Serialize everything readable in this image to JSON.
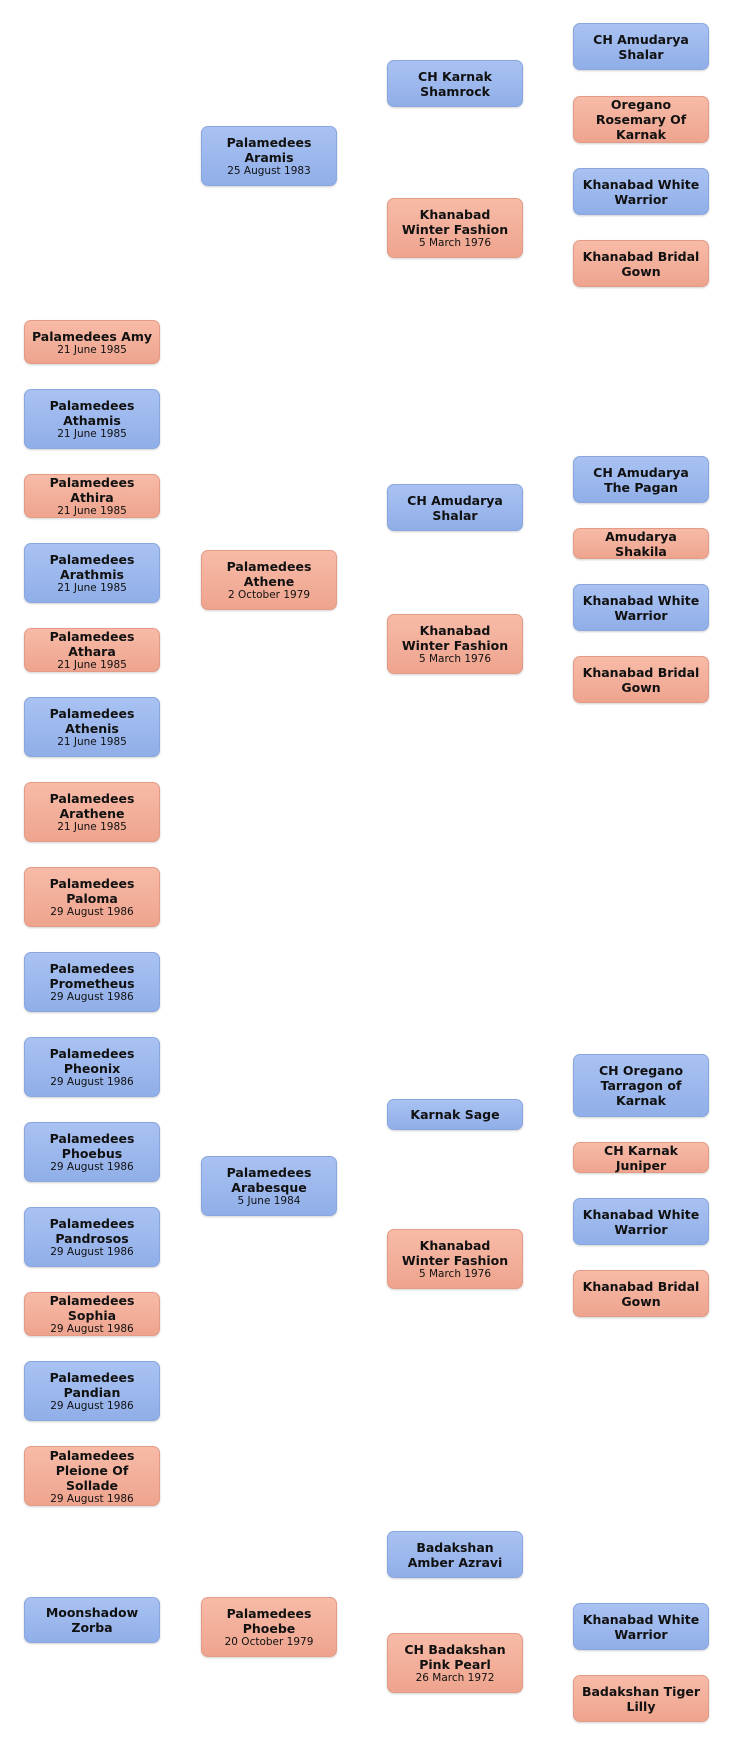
{
  "col0": [
    {
      "name": "Palamedees Amy",
      "date": "21 June 1985",
      "sex": "f"
    },
    {
      "name": "Palamedees Athamis",
      "date": "21 June 1985",
      "sex": "m"
    },
    {
      "name": "Palamedees Athira",
      "date": "21 June 1985",
      "sex": "f"
    },
    {
      "name": "Palamedees Arathmis",
      "date": "21 June 1985",
      "sex": "m"
    },
    {
      "name": "Palamedees Athara",
      "date": "21 June 1985",
      "sex": "f"
    },
    {
      "name": "Palamedees Athenis",
      "date": "21 June 1985",
      "sex": "m"
    },
    {
      "name": "Palamedees Arathene",
      "date": "21 June 1985",
      "sex": "f"
    },
    {
      "name": "Palamedees Paloma",
      "date": "29 August 1986",
      "sex": "f"
    },
    {
      "name": "Palamedees Prometheus",
      "date": "29 August 1986",
      "sex": "m"
    },
    {
      "name": "Palamedees Pheonix",
      "date": "29 August 1986",
      "sex": "m"
    },
    {
      "name": "Palamedees Phoebus",
      "date": "29 August 1986",
      "sex": "m"
    },
    {
      "name": "Palamedees Pandrosos",
      "date": "29 August 1986",
      "sex": "m"
    },
    {
      "name": "Palamedees Sophia",
      "date": "29 August 1986",
      "sex": "f"
    },
    {
      "name": "Palamedees Pandian",
      "date": "29 August 1986",
      "sex": "m"
    },
    {
      "name": "Palamedees Pleione Of Sollade",
      "date": "29 August 1986",
      "sex": "f"
    },
    {
      "name": "Moonshadow Zorba",
      "date": "",
      "sex": "m"
    }
  ],
  "col1": [
    {
      "name": "Palamedees Aramis",
      "date": "25 August 1983",
      "sex": "m"
    },
    {
      "name": "Palamedees Athene",
      "date": "2 October 1979",
      "sex": "f"
    },
    {
      "name": "Palamedees Arabesque",
      "date": "5 June 1984",
      "sex": "m"
    },
    {
      "name": "Palamedees Phoebe",
      "date": "20 October 1979",
      "sex": "f"
    }
  ],
  "col2": [
    {
      "name": "CH Karnak Shamrock",
      "date": "",
      "sex": "m"
    },
    {
      "name": "Khanabad Winter Fashion",
      "date": "5 March 1976",
      "sex": "f"
    },
    {
      "name": "CH Amudarya Shalar",
      "date": "",
      "sex": "m"
    },
    {
      "name": "Khanabad Winter Fashion",
      "date": "5 March 1976",
      "sex": "f"
    },
    {
      "name": "Karnak Sage",
      "date": "",
      "sex": "m"
    },
    {
      "name": "Khanabad Winter Fashion",
      "date": "5 March 1976",
      "sex": "f"
    },
    {
      "name": "Badakshan Amber Azravi",
      "date": "",
      "sex": "m"
    },
    {
      "name": "CH Badakshan Pink Pearl",
      "date": "26 March 1972",
      "sex": "f"
    }
  ],
  "col3": [
    {
      "name": "CH Amudarya Shalar",
      "date": "",
      "sex": "m"
    },
    {
      "name": "Oregano Rosemary Of Karnak",
      "date": "",
      "sex": "f"
    },
    {
      "name": "Khanabad White Warrior",
      "date": "",
      "sex": "m"
    },
    {
      "name": "Khanabad Bridal Gown",
      "date": "",
      "sex": "f"
    },
    {
      "name": "CH Amudarya The Pagan",
      "date": "",
      "sex": "m"
    },
    {
      "name": "Amudarya Shakila",
      "date": "",
      "sex": "f"
    },
    {
      "name": "Khanabad White Warrior",
      "date": "",
      "sex": "m"
    },
    {
      "name": "Khanabad Bridal Gown",
      "date": "",
      "sex": "f"
    },
    {
      "name": "CH Oregano Tarragon of Karnak",
      "date": "",
      "sex": "m"
    },
    {
      "name": "CH Karnak Juniper",
      "date": "",
      "sex": "f"
    },
    {
      "name": "Khanabad White Warrior",
      "date": "",
      "sex": "m"
    },
    {
      "name": "Khanabad Bridal Gown",
      "date": "",
      "sex": "f"
    },
    {
      "name": "Khanabad White Warrior",
      "date": "",
      "sex": "m"
    },
    {
      "name": "Badakshan Tiger Lilly",
      "date": "",
      "sex": "f"
    }
  ]
}
